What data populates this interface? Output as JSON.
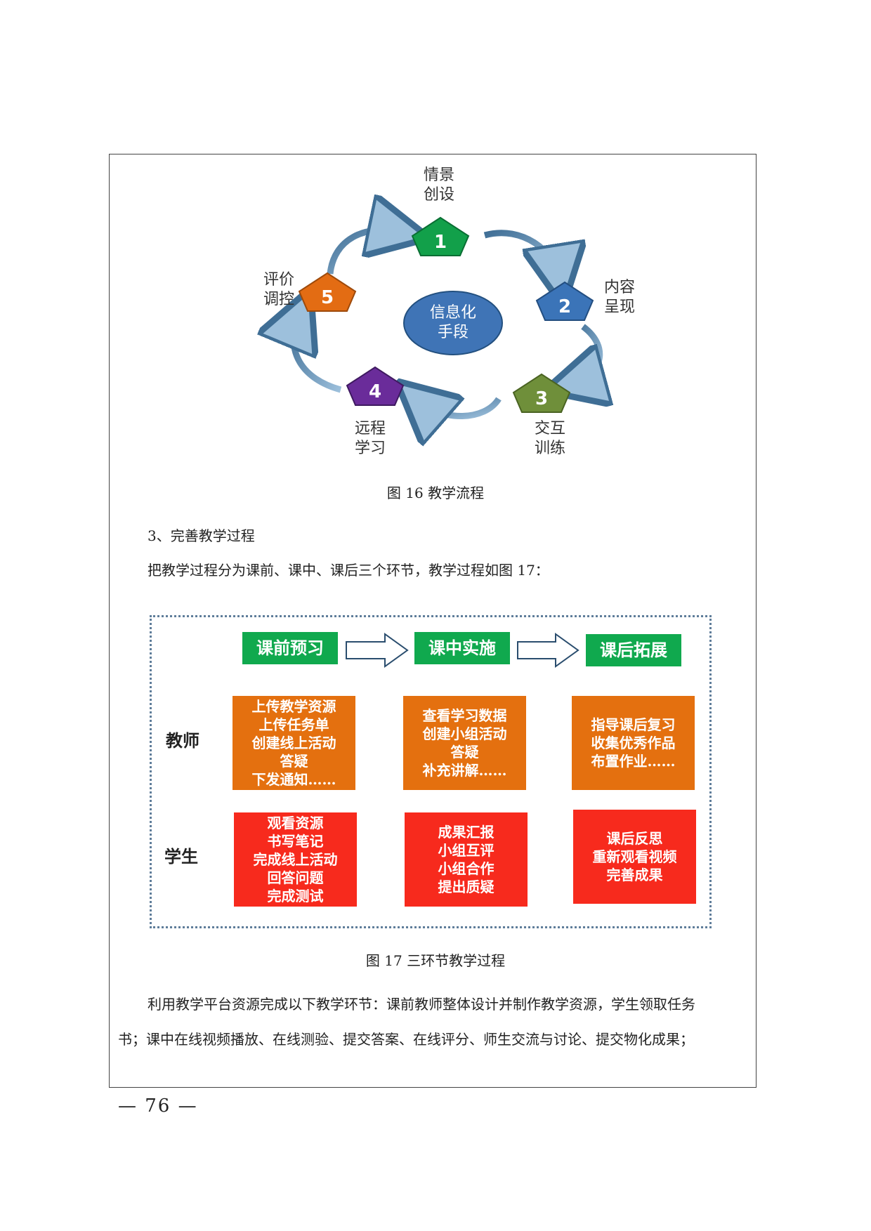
{
  "figure16": {
    "center": "信息化\n手段",
    "nodes": [
      {
        "num": "1",
        "label": "情景\n创设",
        "color": "#12a04a"
      },
      {
        "num": "2",
        "label": "内容\n呈现",
        "color": "#3b74b8"
      },
      {
        "num": "3",
        "label": "交互\n训练",
        "color": "#6f8f3a"
      },
      {
        "num": "4",
        "label": "远程\n学习",
        "color": "#6a2c9a"
      },
      {
        "num": "5",
        "label": "评价\n调控",
        "color": "#e36c13"
      }
    ],
    "caption": "图 16  教学流程"
  },
  "section": {
    "heading": "3、完善教学过程",
    "intro": "把教学过程分为课前、课中、课后三个环节，教学过程如图 17："
  },
  "figure17": {
    "stages": [
      "课前预习",
      "课中实施",
      "课后拓展"
    ],
    "roles": {
      "teacher": "教师",
      "student": "学生"
    },
    "teacher": [
      [
        "上传教学资源",
        "上传任务单",
        "创建线上活动",
        "答疑",
        "下发通知……"
      ],
      [
        "查看学习数据",
        "创建小组活动",
        "答疑",
        "补充讲解……"
      ],
      [
        "指导课后复习",
        "收集优秀作品",
        "布置作业……"
      ]
    ],
    "student": [
      [
        "观看资源",
        "书写笔记",
        "完成线上活动",
        "回答问题",
        "完成测试"
      ],
      [
        "成果汇报",
        "小组互评",
        "小组合作",
        "提出质疑"
      ],
      [
        "课后反思",
        "重新观看视频",
        "完善成果"
      ]
    ],
    "caption": "图 17  三环节教学过程"
  },
  "body_text": {
    "line1": "利用教学平台资源完成以下教学环节：课前教师整体设计并制作教学资源，学生领取任务",
    "line2": "书；课中在线视频播放、在线测验、提交答案、在线评分、师生交流与讨论、提交物化成果；"
  },
  "page_number": "— 76 —"
}
